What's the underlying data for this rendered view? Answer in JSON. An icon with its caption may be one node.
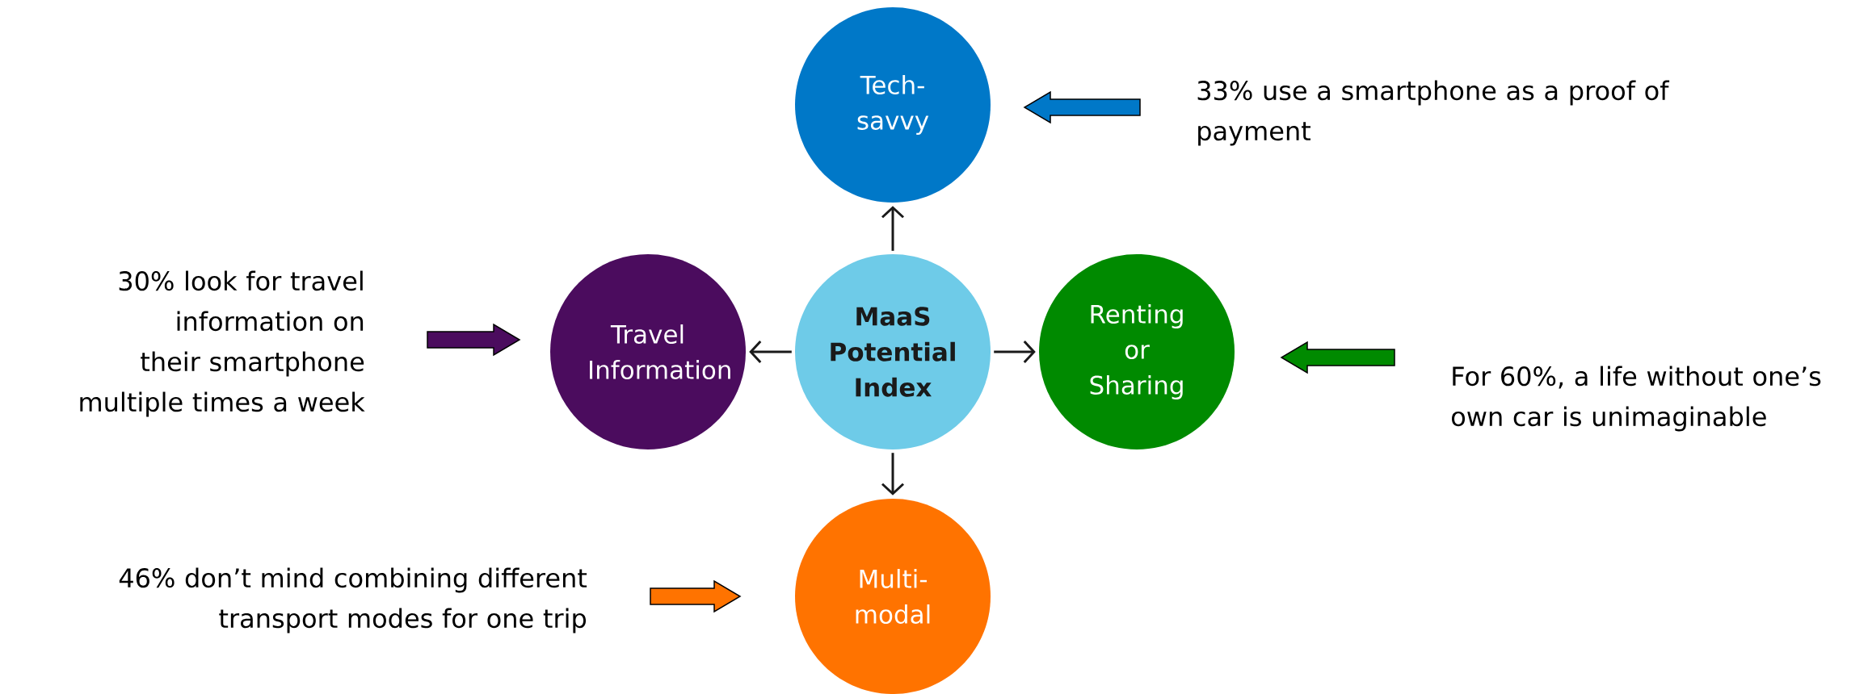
{
  "diagram": {
    "nodes": [
      {
        "text": [
          "Tech-savvy"
        ]
      },
      {
        "text": [
          "33% use a smartphone as a proof of payment"
        ]
      },
      {
        "text": [
          "30% look for travel information on their smartphone multiple times a week"
        ]
      },
      {
        "text": [
          "Travel Information"
        ]
      },
      {
        "text": [
          "MaaS Potential Index"
        ]
      },
      {
        "text": [
          "Renting or Sharing"
        ]
      },
      {
        "text": [
          "For 60%, a life without one’s own car is unimaginable"
        ]
      },
      {
        "text": [
          "46% don’t mind combining different transport modes for one trip"
        ]
      },
      {
        "text": [
          "Multi- modal"
        ]
      }
    ],
    "edges": [
      {
        "from": 4,
        "to": 0,
        "arrow": "to"
      },
      {
        "from": 4,
        "to": 3,
        "arrow": "to"
      },
      {
        "from": 4,
        "to": 5,
        "arrow": "to"
      },
      {
        "from": 4,
        "to": 8,
        "arrow": "to"
      },
      {
        "from": 1,
        "to": 0,
        "arrow": "to",
        "style": "thick",
        "color": "#0078c8"
      },
      {
        "from": 2,
        "to": 3,
        "arrow": "to",
        "style": "thick",
        "color": "#4b0c5e"
      },
      {
        "from": 6,
        "to": 5,
        "arrow": "to",
        "style": "thick",
        "color": "#008a00"
      },
      {
        "from": 7,
        "to": 8,
        "arrow": "to",
        "style": "thick",
        "color": "#ff7300"
      }
    ]
  }
}
